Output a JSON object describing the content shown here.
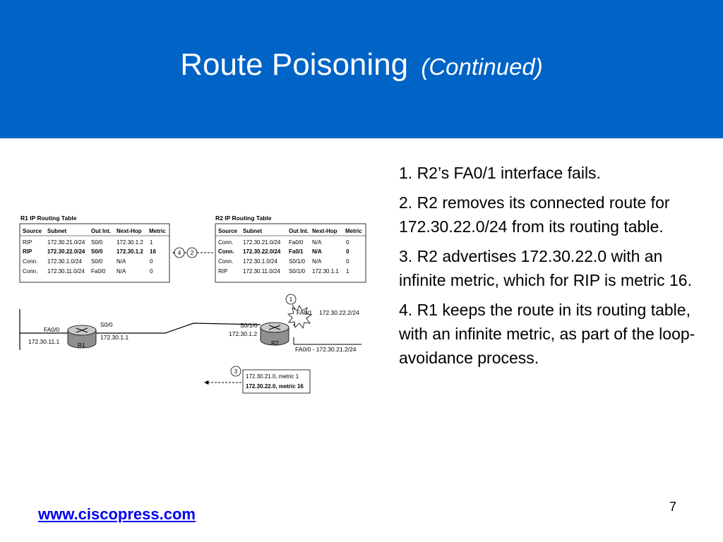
{
  "slide": {
    "title": "Route Poisoning",
    "title_suffix": "(Continued)",
    "footer_link": "www.ciscopress.com",
    "page_number": "7"
  },
  "steps": [
    "1. R2’s FA0/1 interface fails.",
    "2. R2 removes its connected route for 172.30.22.0/24 from its routing table.",
    "3. R2 advertises 172.30.22.0 with an infinite metric, which for RIP is metric 16.",
    "4. R1 keeps the route in its routing table, with an infinite metric, as part of the loop-avoidance process."
  ],
  "diagram": {
    "r1_table": {
      "title": "R1 IP Routing Table",
      "headers": [
        "Source",
        "Subnet",
        "Out Int.",
        "Next-Hop",
        "Metric"
      ],
      "rows": [
        [
          "RIP",
          "172.30.21.0/24",
          "S0/0",
          "172.30.1.2",
          "1"
        ],
        [
          "RIP",
          "172.30.22.0/24",
          "S0/0",
          "172.30.1.2",
          "16"
        ],
        [
          "Conn.",
          "172.30.1.0/24",
          "S0/0",
          "N/A",
          "0"
        ],
        [
          "Conn.",
          "172.30.11.0/24",
          "Fa0/0",
          "N/A",
          "0"
        ]
      ]
    },
    "r2_table": {
      "title": "R2 IP Routing Table",
      "headers": [
        "Source",
        "Subnet",
        "Out Int.",
        "Next-Hop",
        "Metric"
      ],
      "rows": [
        [
          "Conn.",
          "172.30.21.0/24",
          "Fa0/0",
          "N/A",
          "0"
        ],
        [
          "Conn.",
          "172.30.22.0/24",
          "Fa0/1",
          "N/A",
          "0"
        ],
        [
          "Conn.",
          "172.30.1.0/24",
          "S0/1/0",
          "N/A",
          "0"
        ],
        [
          "RIP",
          "172.30.11.0/24",
          "S0/1/0",
          "172.30.1.1",
          "1"
        ]
      ]
    },
    "callouts": [
      "1",
      "2",
      "3",
      "4"
    ],
    "labels": {
      "r1_name": "R1",
      "r2_name": "R2",
      "r1_fa": "FA0/0",
      "r1_fa_ip": "172.30.11.1",
      "r1_s": "S0/0",
      "r1_s_ip": "172.30.1.1",
      "r2_s": "S0/1/0",
      "r2_s_ip": "172.30.1.2",
      "r2_fa1": "FA0/1",
      "r2_fa1_ip": "172.30.22.2/24",
      "r2_fa0": "FA0/0 - 172.30.21.2/24"
    },
    "update": {
      "line1": "172.30.21.0, metric 1",
      "line2": "172.30.22.0, metric 16"
    }
  }
}
